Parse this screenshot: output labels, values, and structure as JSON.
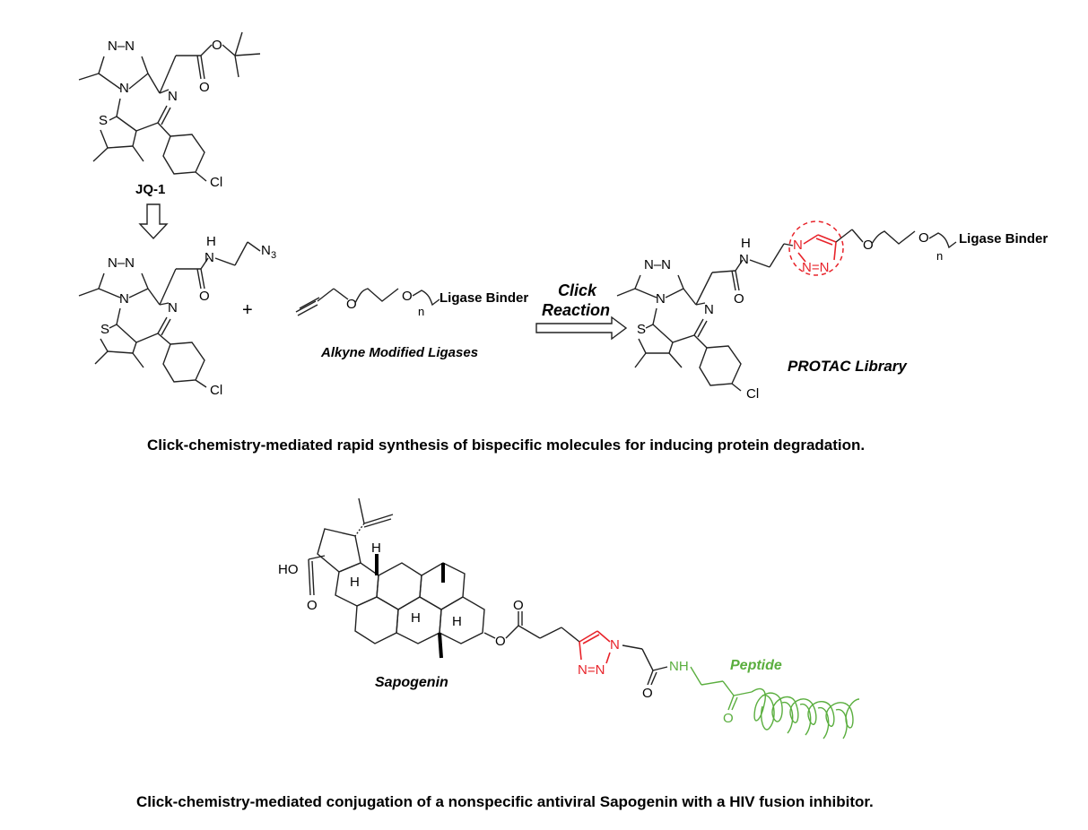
{
  "labels": {
    "jq1": "JQ-1",
    "plus": "+",
    "ligase_binder_1": "Ligase Binder",
    "ligase_binder_2": "Ligase Binder",
    "n_1": "n",
    "n_2": "n",
    "alkyne_caption": "Alkyne Modified Ligases",
    "click": "Click",
    "reaction": "Reaction",
    "protac": "PROTAC Library",
    "sapogenin": "Sapogenin",
    "peptide": "Peptide"
  },
  "captions": {
    "top": "Click-chemistry-mediated rapid synthesis of bispecific molecules for inducing protein degradation.",
    "bottom": "Click-chemistry-mediated conjugation of a nonspecific antiviral Sapogenin with a HIV fusion inhibitor."
  },
  "atoms": {
    "N": "N",
    "S": "S",
    "O": "O",
    "Cl": "Cl",
    "H": "H",
    "NH": "NH",
    "N3": "N",
    "sub3": "3",
    "HO": "HO",
    "NN": "N–N",
    "NeqN": "N=N"
  },
  "colors": {
    "triazole": "#e8232a",
    "peptide": "#5aae3e"
  }
}
